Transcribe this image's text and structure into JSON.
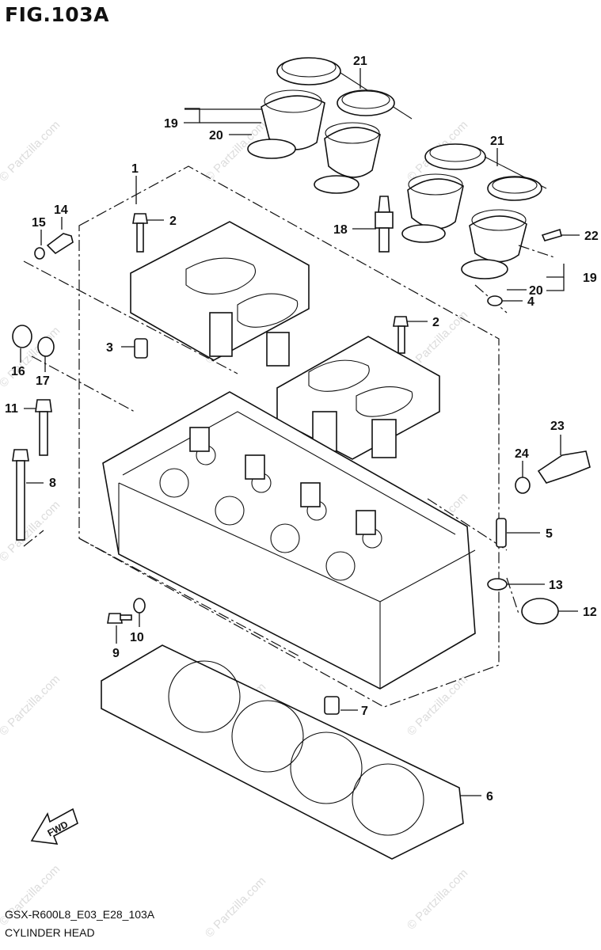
{
  "figure_title": "FIG.103A",
  "diagram_code": "GSX-R600L8_E03_E28_103A",
  "section_name": "CYLINDER HEAD",
  "watermark": "© Partzilla.com",
  "fwd_label": "FWD",
  "callouts": {
    "c1": "1",
    "c2a": "2",
    "c2b": "2",
    "c3": "3",
    "c4": "4",
    "c5": "5",
    "c6": "6",
    "c7": "7",
    "c8": "8",
    "c9": "9",
    "c10": "10",
    "c11": "11",
    "c12": "12",
    "c13": "13",
    "c14": "14",
    "c15": "15",
    "c16": "16",
    "c17": "17",
    "c18": "18",
    "c19a": "19",
    "c19b": "19",
    "c20a": "20",
    "c20b": "20",
    "c21a": "21",
    "c21b": "21",
    "c22": "22",
    "c23": "23",
    "c24": "24"
  }
}
